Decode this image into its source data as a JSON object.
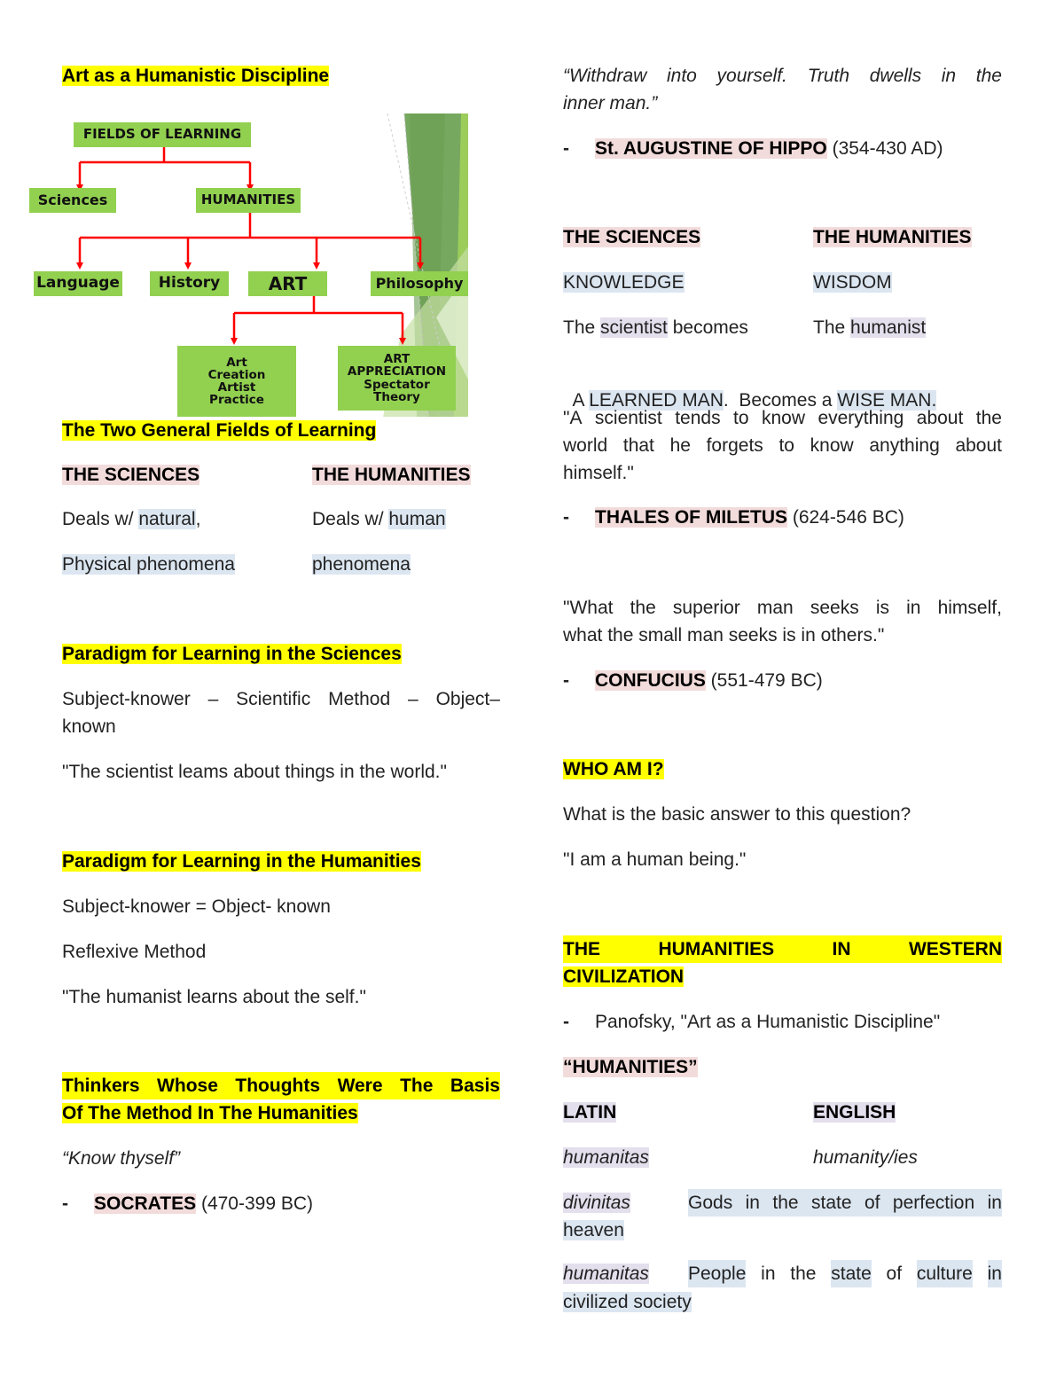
{
  "colors": {
    "heading_highlight": "#ffff00",
    "name_highlight": "#f2dcdb",
    "term_highlight": "#dce6f1",
    "latin_highlight": "#e4dfec",
    "diagram_box": "#92d050",
    "diagram_arrow": "#ff0000"
  },
  "left": {
    "title": "Art as a Humanistic Discipline",
    "diagram": {
      "root": "FIELDS OF LEARNING",
      "level1": [
        "Sciences",
        "HUMANITIES"
      ],
      "level2": [
        "Language",
        "History",
        "ART",
        "Philosophy"
      ],
      "level3": [
        {
          "lines": [
            "Art",
            "Creation",
            "Artist",
            "Practice"
          ]
        },
        {
          "lines": [
            "ART",
            "APPRECIATION",
            "Spectator",
            "Theory"
          ]
        }
      ]
    },
    "two_fields": {
      "heading": "The Two General Fields of Learning",
      "col1_header": "THE SCIENCES",
      "col2_header": "THE HUMANITIES",
      "col1_line1_prefix": "Deals w/ ",
      "col1_line1_term": "natural",
      "col1_line1_suffix": ",",
      "col1_line2": "Physical phenomena",
      "col2_line1_prefix": "Deals w/ ",
      "col2_line1_term": "human",
      "col2_line2": "phenomena"
    },
    "paradigm_sciences": {
      "heading": "Paradigm for Learning in the Sciences",
      "line1_words": [
        "Subject-knower",
        "–",
        "Scientific",
        "Method",
        "–",
        "Object–"
      ],
      "line1_cont": "known",
      "quote": "\"The scientist leams about things in the world.\""
    },
    "paradigm_humanities": {
      "heading": "Paradigm for Learning in the Humanities",
      "line1": "Subject-knower = Object- known",
      "line2": "Reflexive Method",
      "quote": "\"The humanist learns about the self.\""
    },
    "thinkers": {
      "heading_line1_words": [
        "Thinkers",
        "Whose",
        "Thoughts",
        "Were",
        "The",
        "Basis"
      ],
      "heading_line2": "Of The Method In The Humanities",
      "quote": "“Know thyself”",
      "dash": "-",
      "name": "SOCRATES",
      "dates": " (470-399 BC)"
    }
  },
  "right": {
    "augustine": {
      "quote_line1_words": [
        "“Withdraw",
        "into",
        "yourself.",
        "Truth",
        "dwells",
        "in",
        "the"
      ],
      "quote_line2": "inner man.”",
      "dash": "-",
      "name": "St. AUGUSTINE OF HIPPO",
      "dates": " (354-430 AD)"
    },
    "compare": {
      "col1_header": "THE SCIENCES",
      "col2_header": "THE HUMANITIES",
      "col1_term": "KNOWLEDGE",
      "col2_term": "WISDOM",
      "col1_line_prefix": "The ",
      "col1_line_term": "scientist",
      "col1_line_suffix": " becomes",
      "col2_line_prefix": "The ",
      "col2_line_term": "humanist",
      "bottom_prefix": "A ",
      "bottom_term1": "LEARNED MAN",
      "bottom_mid": ".  Becomes a ",
      "bottom_term2": "WISE MAN."
    },
    "thales": {
      "quote_line1_words": [
        "\"A",
        "scientist",
        "tends",
        "to",
        "know",
        "everything",
        "about",
        "the"
      ],
      "quote_line2_words": [
        "world",
        "that",
        "he",
        "forgets",
        "to",
        "know",
        "anything",
        "about"
      ],
      "quote_line3": "himself.\"",
      "dash": "-",
      "name": "THALES OF MILETUS",
      "dates": " (624-546 BC)"
    },
    "confucius": {
      "quote_line1_words": [
        "\"What",
        "the",
        "superior",
        "man",
        "seeks",
        "is",
        "in",
        "himself,"
      ],
      "quote_line2": "what the small man seeks is in others.\"",
      "dash": "-",
      "name": "CONFUCIUS",
      "dates": " (551-479 BC)"
    },
    "who_am_i": {
      "heading": "WHO AM I?",
      "question": "What is the basic answer to this question?",
      "answer": "\"I am a human being.\""
    },
    "western": {
      "heading_line1_words": [
        "THE",
        "HUMANITIES",
        "IN",
        "WESTERN"
      ],
      "heading_line2": "CIVILIZATION",
      "dash": "-",
      "reference": "Panofsky, \"Art as a Humanistic Discipline\"",
      "term": "“HUMANITIES”",
      "col1_header": "LATIN",
      "col2_header": "ENGLISH",
      "row1_latin": "humanitas",
      "row1_english": "humanity/ies",
      "row2_latin": "divinitas",
      "row2_def_line1_words": [
        "Gods",
        "in",
        "the",
        "state",
        "of",
        "perfection",
        "in"
      ],
      "row2_def_line2": "heaven",
      "row3_latin": "humanitas",
      "row3_def_line1_words": [
        "People",
        "in",
        "the",
        "state",
        "of",
        "culture",
        "in"
      ],
      "row3_def_line2": "civilized society"
    }
  }
}
